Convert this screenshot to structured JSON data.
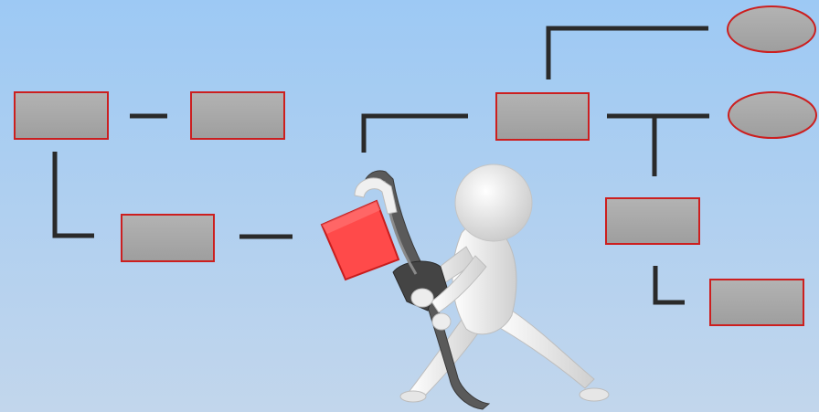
{
  "diagram": {
    "colors": {
      "background_top": "#9dc9f4",
      "background_bottom": "#c2d6ec",
      "box_fill": "#a9a9a9",
      "box_border": "#cc1f1f",
      "connector": "#2a2a2a",
      "held_box": "#ff4a4a",
      "figure": "#f2f2f2"
    },
    "nodes": [
      {
        "id": "box-left-top",
        "shape": "rectangle",
        "label": ""
      },
      {
        "id": "box-middle-top",
        "shape": "rectangle",
        "label": ""
      },
      {
        "id": "box-left-bottom",
        "shape": "rectangle",
        "label": ""
      },
      {
        "id": "box-center-hub",
        "shape": "rectangle",
        "label": ""
      },
      {
        "id": "oval-top-right",
        "shape": "oval",
        "label": ""
      },
      {
        "id": "oval-right",
        "shape": "oval",
        "label": ""
      },
      {
        "id": "box-right-middle",
        "shape": "rectangle",
        "label": ""
      },
      {
        "id": "box-right-bottom",
        "shape": "rectangle",
        "label": ""
      }
    ],
    "illustration": {
      "description_icon": "stick-figure-with-wrench-icon",
      "held_item": "red-box-icon"
    }
  }
}
